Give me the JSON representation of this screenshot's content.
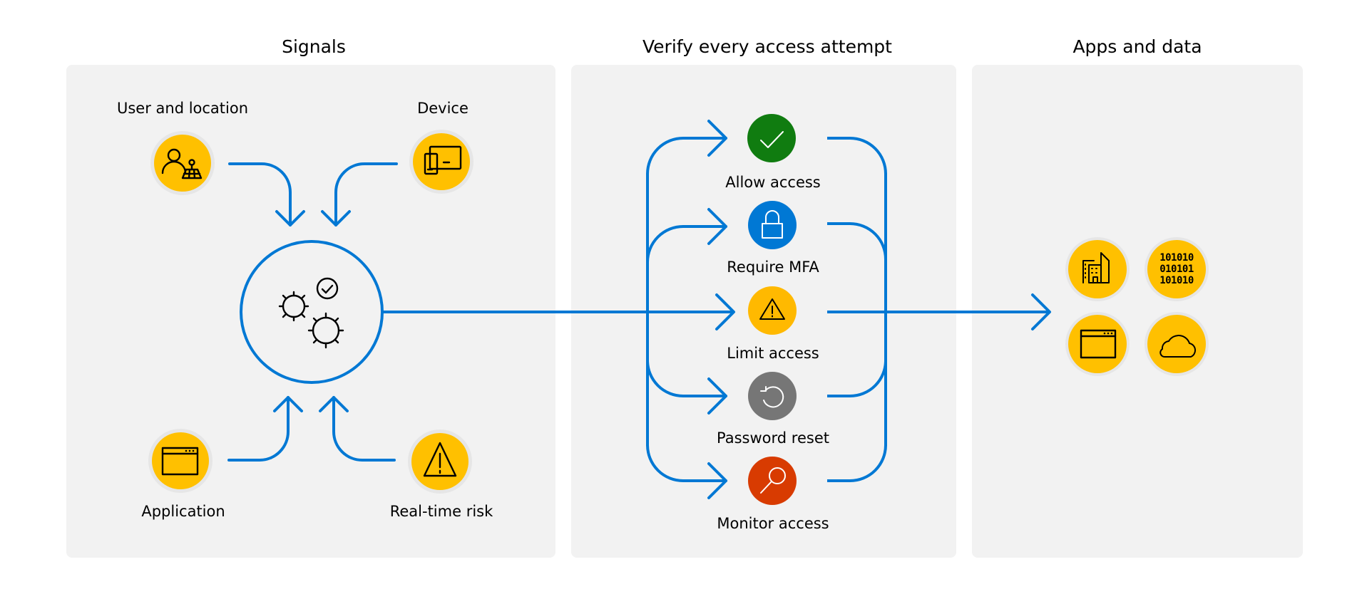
{
  "sections": {
    "signals": {
      "title": "Signals",
      "items": [
        {
          "label": "User and location",
          "icon": "user-location-icon"
        },
        {
          "label": "Device",
          "icon": "device-icon"
        },
        {
          "label": "Application",
          "icon": "application-window-icon"
        },
        {
          "label": "Real-time risk",
          "icon": "warning-icon"
        }
      ],
      "engine_icon": "policy-engine-gears-icon"
    },
    "verify": {
      "title": "Verify every access attempt",
      "decisions": [
        {
          "label": "Allow access",
          "icon": "checkmark-icon",
          "color": "#107c10"
        },
        {
          "label": "Require MFA",
          "icon": "lock-icon",
          "color": "#0078d4"
        },
        {
          "label": "Limit access",
          "icon": "warning-icon",
          "color": "#ffb900"
        },
        {
          "label": "Password reset",
          "icon": "reset-icon",
          "color": "#767676"
        },
        {
          "label": "Monitor access",
          "icon": "magnifier-icon",
          "color": "#d83b01"
        }
      ]
    },
    "apps": {
      "title": "Apps and data",
      "items": [
        {
          "icon": "buildings-icon"
        },
        {
          "icon": "binary-data-icon",
          "text": [
            "101010",
            "010101",
            "101010"
          ]
        },
        {
          "icon": "application-window-icon"
        },
        {
          "icon": "cloud-icon"
        }
      ]
    }
  },
  "colors": {
    "flow": "#0078d4",
    "signal_fill": "#ffc000",
    "panel": "#f2f2f2"
  }
}
